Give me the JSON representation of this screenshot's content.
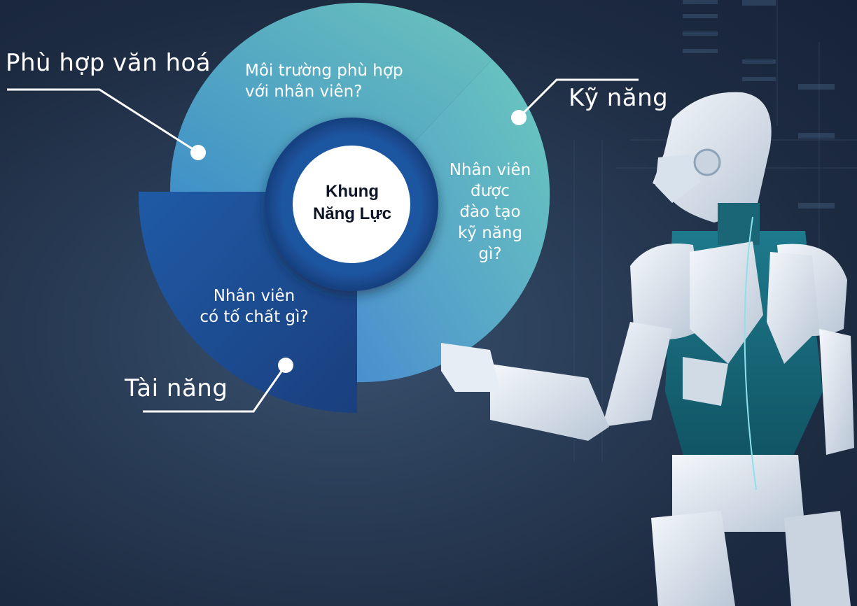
{
  "center": {
    "line1": "Khung",
    "line2": "Năng Lực"
  },
  "segments": [
    {
      "label": "Phù hợp văn hoá",
      "question": "Môi trường phù hợp với nhân viên?"
    },
    {
      "label": "Kỹ năng",
      "question": "Nhân viên được đào tạo kỹ năng gì?"
    },
    {
      "label": "Tài năng",
      "question": "Nhân viên có tố chất gì?"
    }
  ],
  "questions": {
    "culture_lines": [
      "Môi trường phù hợp",
      "với nhân viên?"
    ],
    "skills_lines": [
      "Nhân viên",
      "được",
      "đào tạo",
      "kỹ năng",
      "gì?"
    ],
    "talent_lines": [
      "Nhân viên",
      "có tố chất gì?"
    ]
  },
  "colors": {
    "culture": "#4a9fc9",
    "skills": "#5bbcc1",
    "talent": "#1e4f96",
    "core_ring": "#1d4c93",
    "core": "#ffffff"
  }
}
